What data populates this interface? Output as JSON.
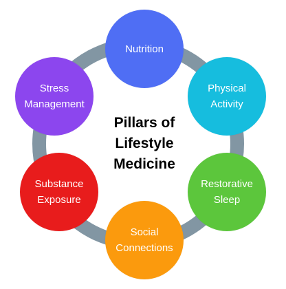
{
  "title": {
    "lines": [
      "Pillars of",
      "Lifestyle",
      "Medicine"
    ]
  },
  "ring": {
    "color": "#8296a3"
  },
  "pillars": [
    {
      "lines": [
        "Nutrition"
      ],
      "color": "#4f6ef4"
    },
    {
      "lines": [
        "Physical",
        "Activity"
      ],
      "color": "#16bdde"
    },
    {
      "lines": [
        "Restorative",
        "Sleep"
      ],
      "color": "#5cc63c"
    },
    {
      "lines": [
        "Social",
        "Connections"
      ],
      "color": "#fb9a0d"
    },
    {
      "lines": [
        "Substance",
        "Exposure"
      ],
      "color": "#e81c1c"
    },
    {
      "lines": [
        "Stress",
        "Management"
      ],
      "color": "#8c46ee"
    }
  ]
}
